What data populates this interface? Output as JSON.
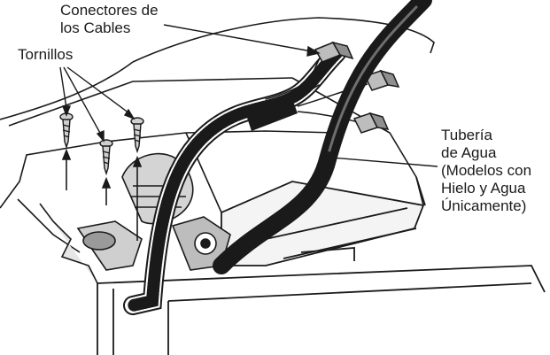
{
  "labels": {
    "connectors": "Conectores de\nlos Cables",
    "screws": "Tornillos",
    "tubing": "Tubería\nde Agua\n(Modelos con\nHielo y Agua\nÚnicamente)"
  },
  "colors": {
    "ink": "#1a1a1a",
    "paper": "#ffffff",
    "shade": "#b8b8b8",
    "light_shade": "#dcdcdc"
  }
}
